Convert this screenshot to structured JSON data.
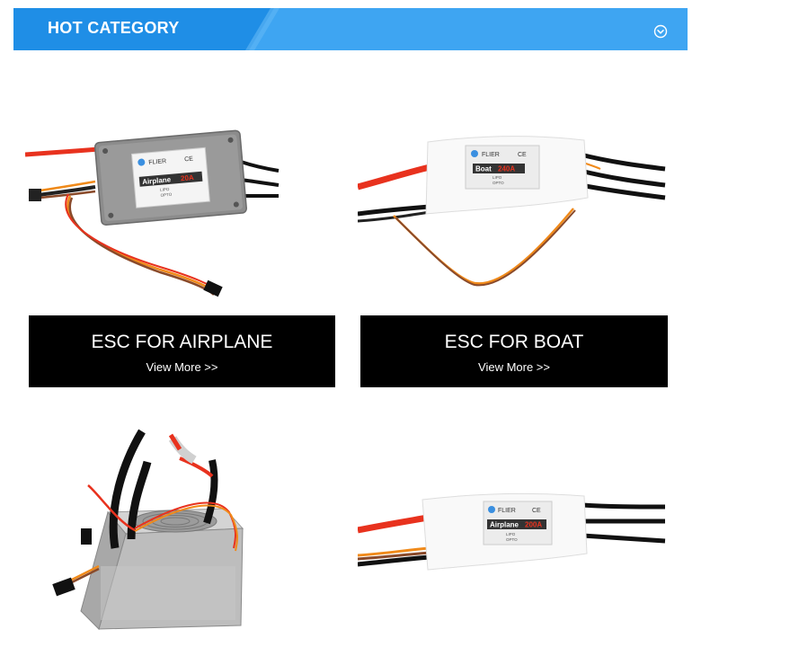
{
  "header": {
    "title": "HOT CATEGORY",
    "toggle_icon": "chevron-down-circle-icon",
    "colors": {
      "dark_blue": "#1f8ee6",
      "light_blue": "#3ea5f2"
    }
  },
  "products": [
    {
      "label_brand": "FLIER",
      "label_mark": "CE",
      "label_model": "Airplane",
      "label_rating": "20A",
      "label_sub": "LIPO",
      "label_opto": "OPTO",
      "banner_title": "ESC FOR AIRPLANE",
      "banner_link": "View More >>"
    },
    {
      "label_brand": "FLIER",
      "label_mark": "CE",
      "label_model": "Boat",
      "label_rating": "240A",
      "label_sub": "LIPO",
      "label_opto": "OPTO",
      "banner_title": "ESC FOR BOAT",
      "banner_link": "View More >>"
    },
    {
      "label_brand": "",
      "description": "water-cooled ESC with fan"
    },
    {
      "label_brand": "FLIER",
      "label_mark": "CE",
      "label_model": "Airplane",
      "label_rating": "200A",
      "label_sub": "LIPO",
      "label_opto": "OPTO"
    }
  ],
  "colors": {
    "banner_bg": "#000000",
    "banner_text": "#ffffff",
    "wire_red": "#e8321e",
    "wire_orange": "#f08a1a",
    "wire_brown": "#8a4a2a"
  }
}
